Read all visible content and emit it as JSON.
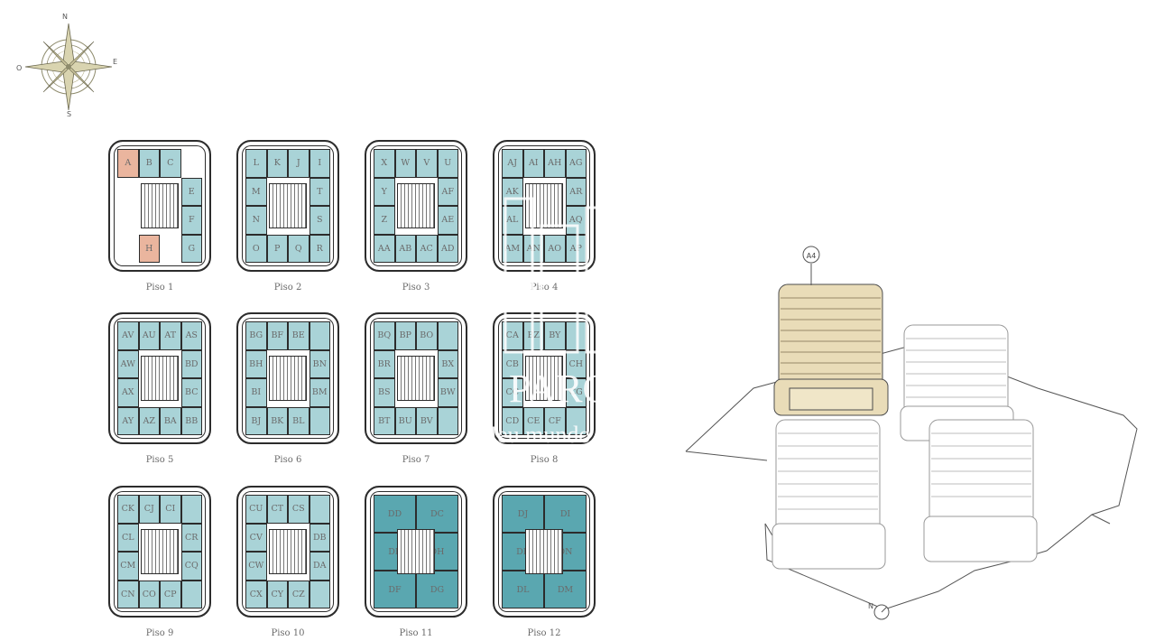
{
  "compass": {
    "n": "N",
    "s": "S",
    "e": "E",
    "w": "O"
  },
  "colors": {
    "unit": "#a9d3d7",
    "unit_dark": "#5aa7b0",
    "selected": "#eab59e",
    "outline": "#2c2c2c",
    "beige": "#e9dcb8"
  },
  "floors": [
    {
      "label": "Piso 1",
      "type": "p1",
      "units": [
        "A",
        "B",
        "C",
        "E",
        "F",
        "H",
        "G"
      ],
      "selected": [
        "A",
        "H"
      ]
    },
    {
      "label": "Piso 2",
      "type": "std",
      "units": [
        "L",
        "K",
        "J",
        "I",
        "M",
        "T",
        "N",
        "S",
        "O",
        "P",
        "Q",
        "R"
      ]
    },
    {
      "label": "Piso 3",
      "type": "std",
      "units": [
        "X",
        "W",
        "V",
        "U",
        "Y",
        "AF",
        "Z",
        "AE",
        "AA",
        "AB",
        "AC",
        "AD"
      ]
    },
    {
      "label": "Piso 4",
      "type": "std",
      "units": [
        "AJ",
        "AI",
        "AH",
        "AG",
        "AK",
        "AR",
        "AL",
        "AQ",
        "AM",
        "AN",
        "AO",
        "AP"
      ]
    },
    {
      "label": "Piso 5",
      "type": "std",
      "units": [
        "AV",
        "AU",
        "AT",
        "AS",
        "AW",
        "BD",
        "AX",
        "BC",
        "AY",
        "AZ",
        "BA",
        "BB"
      ]
    },
    {
      "label": "Piso 6",
      "type": "std",
      "units": [
        "BG",
        "BF",
        "BE",
        "",
        "BH",
        "BN",
        "BI",
        "BM",
        "BJ",
        "BK",
        "BL",
        ""
      ]
    },
    {
      "label": "Piso 7",
      "type": "std",
      "units": [
        "BQ",
        "BP",
        "BO",
        "",
        "BR",
        "BX",
        "BS",
        "BW",
        "BT",
        "BU",
        "BV",
        ""
      ]
    },
    {
      "label": "Piso 8",
      "type": "std",
      "units": [
        "CA",
        "BZ",
        "BY",
        "",
        "CB",
        "CH",
        "CC",
        "CG",
        "CD",
        "CE",
        "CF",
        ""
      ]
    },
    {
      "label": "Piso 9",
      "type": "std",
      "units": [
        "CK",
        "CJ",
        "CI",
        "",
        "CL",
        "CR",
        "CM",
        "CQ",
        "CN",
        "CO",
        "CP",
        ""
      ]
    },
    {
      "label": "Piso 10",
      "type": "std",
      "units": [
        "CU",
        "CT",
        "CS",
        "",
        "CV",
        "DB",
        "CW",
        "DA",
        "CX",
        "CY",
        "CZ",
        ""
      ]
    },
    {
      "label": "Piso 11",
      "type": "big",
      "units": [
        "DD",
        "DC",
        "DE",
        "DH",
        "DF",
        "DG"
      ]
    },
    {
      "label": "Piso 12",
      "type": "big",
      "units": [
        "DJ",
        "DI",
        "DK",
        "DN",
        "DL",
        "DM"
      ]
    }
  ],
  "iso": {
    "tower_tag": "A4",
    "north_label": "N"
  },
  "watermark": {
    "line1": "PARQUE",
    "line2": "Meu mundo, meu lugar"
  }
}
